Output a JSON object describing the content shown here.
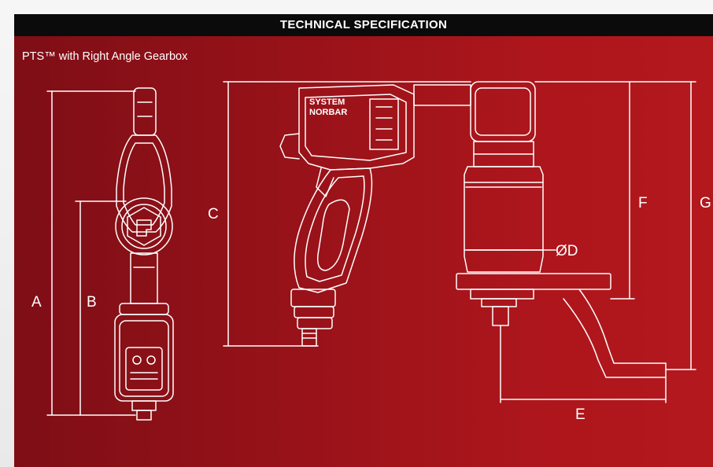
{
  "header": {
    "title": "TECHNICAL SPECIFICATION"
  },
  "subtitle": "PTS™ with Right Angle Gearbox",
  "tool": {
    "brand_line1": "SYSTEM",
    "brand_line2": "NORBAR"
  },
  "dimensions": {
    "A": "A",
    "B": "B",
    "C": "C",
    "D": "ØD",
    "E": "E",
    "F": "F",
    "G": "G"
  },
  "colors": {
    "panel_dark": "#7e0e16",
    "panel_light": "#b3181d",
    "header": "#0b0b0b",
    "lines": "#ffffff"
  }
}
